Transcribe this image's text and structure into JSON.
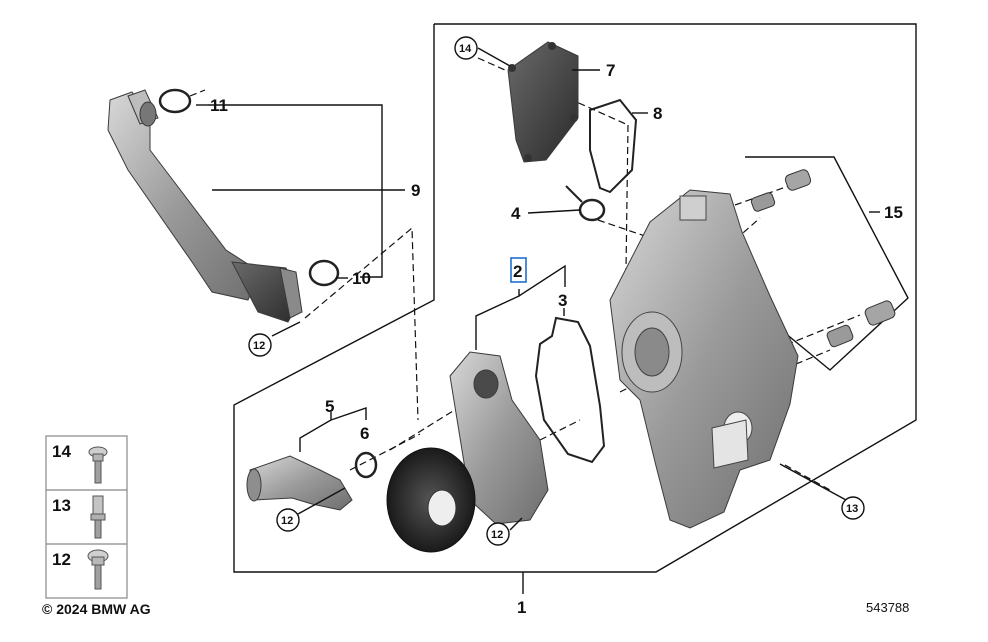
{
  "diagram": {
    "callouts": {
      "c1": "1",
      "c2": "2",
      "c3": "3",
      "c4": "4",
      "c5": "5",
      "c6": "6",
      "c7": "7",
      "c8": "8",
      "c9": "9",
      "c10": "10",
      "c11": "11",
      "c12a": "12",
      "c12b": "12",
      "c12c": "12",
      "c13": "13",
      "c14": "14",
      "c15": "15"
    },
    "legend": [
      {
        "number": "14",
        "icon": "flange-bolt-icon"
      },
      {
        "number": "13",
        "icon": "stud-bolt-icon"
      },
      {
        "number": "12",
        "icon": "hex-bolt-icon"
      }
    ],
    "highlight_color": "#1f6fd1",
    "copyright": "© 2024 BMW AG",
    "diagram_id": "543788"
  }
}
